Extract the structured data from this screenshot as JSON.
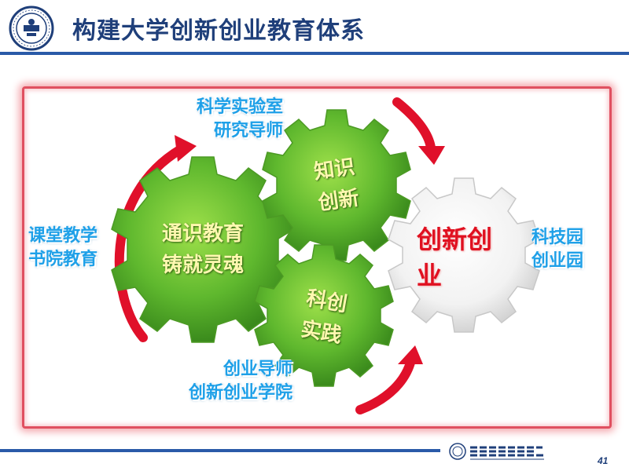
{
  "header": {
    "title": "构建大学创新创业教育体系"
  },
  "labels": {
    "top_lab_line1": "科学实验室",
    "top_lab_line2": "研究导师",
    "left_line1": "课堂教学",
    "left_line2": "书院教育",
    "right_line1": "科技园",
    "right_line2": "创业园",
    "bottom_line1": "创业导师",
    "bottom_line2": "创新创业学院"
  },
  "gears": {
    "general_line1": "通识教育",
    "general_line2": "铸就灵魂",
    "knowledge_line1": "知识",
    "knowledge_line2": "创新",
    "practice_line1": "科创",
    "practice_line2": "实践",
    "innovation_line1": "创新创",
    "innovation_line2": "业"
  },
  "footer": {
    "page_number": "41"
  },
  "colors": {
    "accent": "#2a5aa8",
    "label_blue": "#1ea0e8",
    "gear_green": "#6bbf3a",
    "arrow_red": "#e0102a",
    "frame_red": "#e05060"
  }
}
